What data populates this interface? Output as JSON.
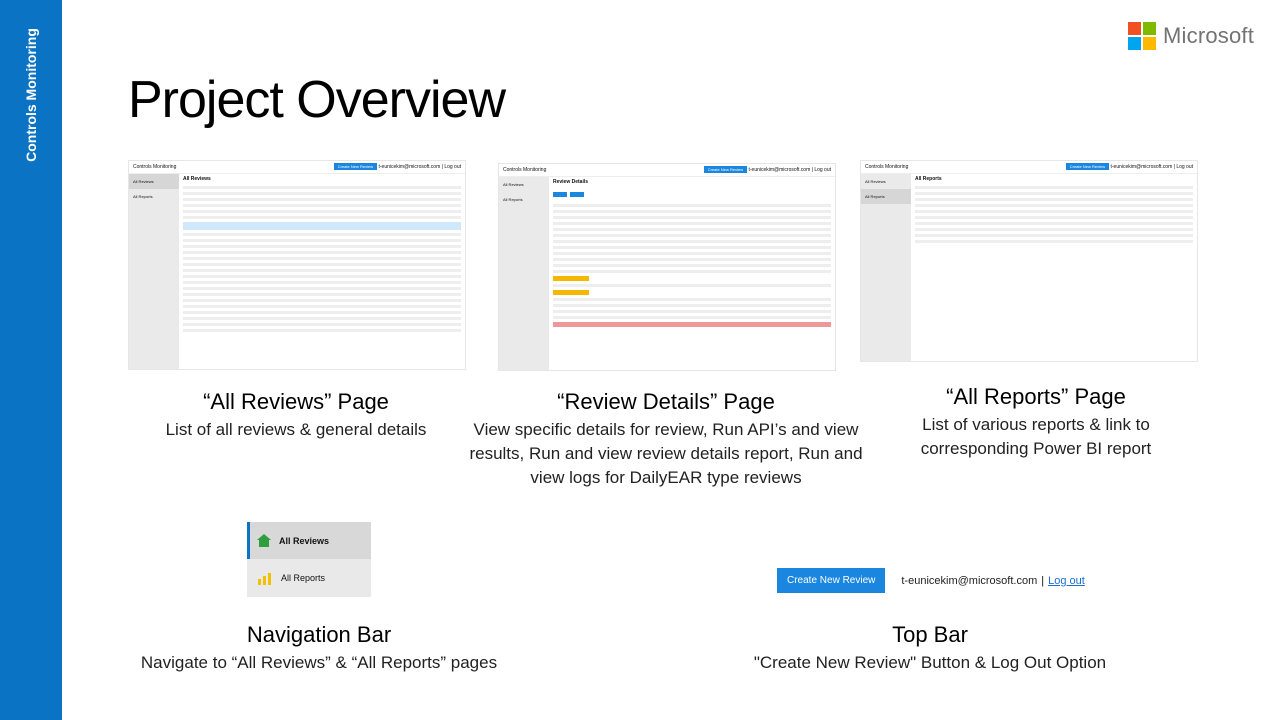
{
  "sidebar": {
    "label": "Controls Monitoring"
  },
  "logo": {
    "text": "Microsoft",
    "colors": [
      "#f25022",
      "#7fba00",
      "#00a4ef",
      "#ffb900"
    ]
  },
  "title": "Project Overview",
  "thumbs": {
    "app_name": "Controls Monitoring",
    "create_label": "Create New Review",
    "user_link": "t-eunicekim@microsoft.com | Log out",
    "nav_reviews": "All Reviews",
    "nav_reports": "All Reports",
    "all_reviews_heading": "All Reviews",
    "review_details_heading": "Review Details",
    "all_reports_heading": "All Reports"
  },
  "captions": {
    "reviews": {
      "title": "“All Reviews” Page",
      "desc": "List of all reviews & general details"
    },
    "details": {
      "title": "“Review Details” Page",
      "desc": "View specific details for review, Run API’s and view results, Run and view review details report, Run and view logs for DailyEAR type reviews"
    },
    "reports": {
      "title": "“All Reports” Page",
      "desc": "List of various reports & link to corresponding Power BI report"
    },
    "navbar": {
      "title": "Navigation Bar",
      "desc": "Navigate to “All Reviews” & “All Reports” pages"
    },
    "topbar": {
      "title": "Top Bar",
      "desc": "\"Create New Review\" Button & Log Out Option"
    }
  },
  "nav_panel": {
    "item_reviews": "All Reviews",
    "item_reports": "All Reports"
  },
  "topbar": {
    "create_button": "Create New Review",
    "user_email": "t-eunicekim@microsoft.com",
    "separator": "|",
    "logout": "Log out"
  }
}
